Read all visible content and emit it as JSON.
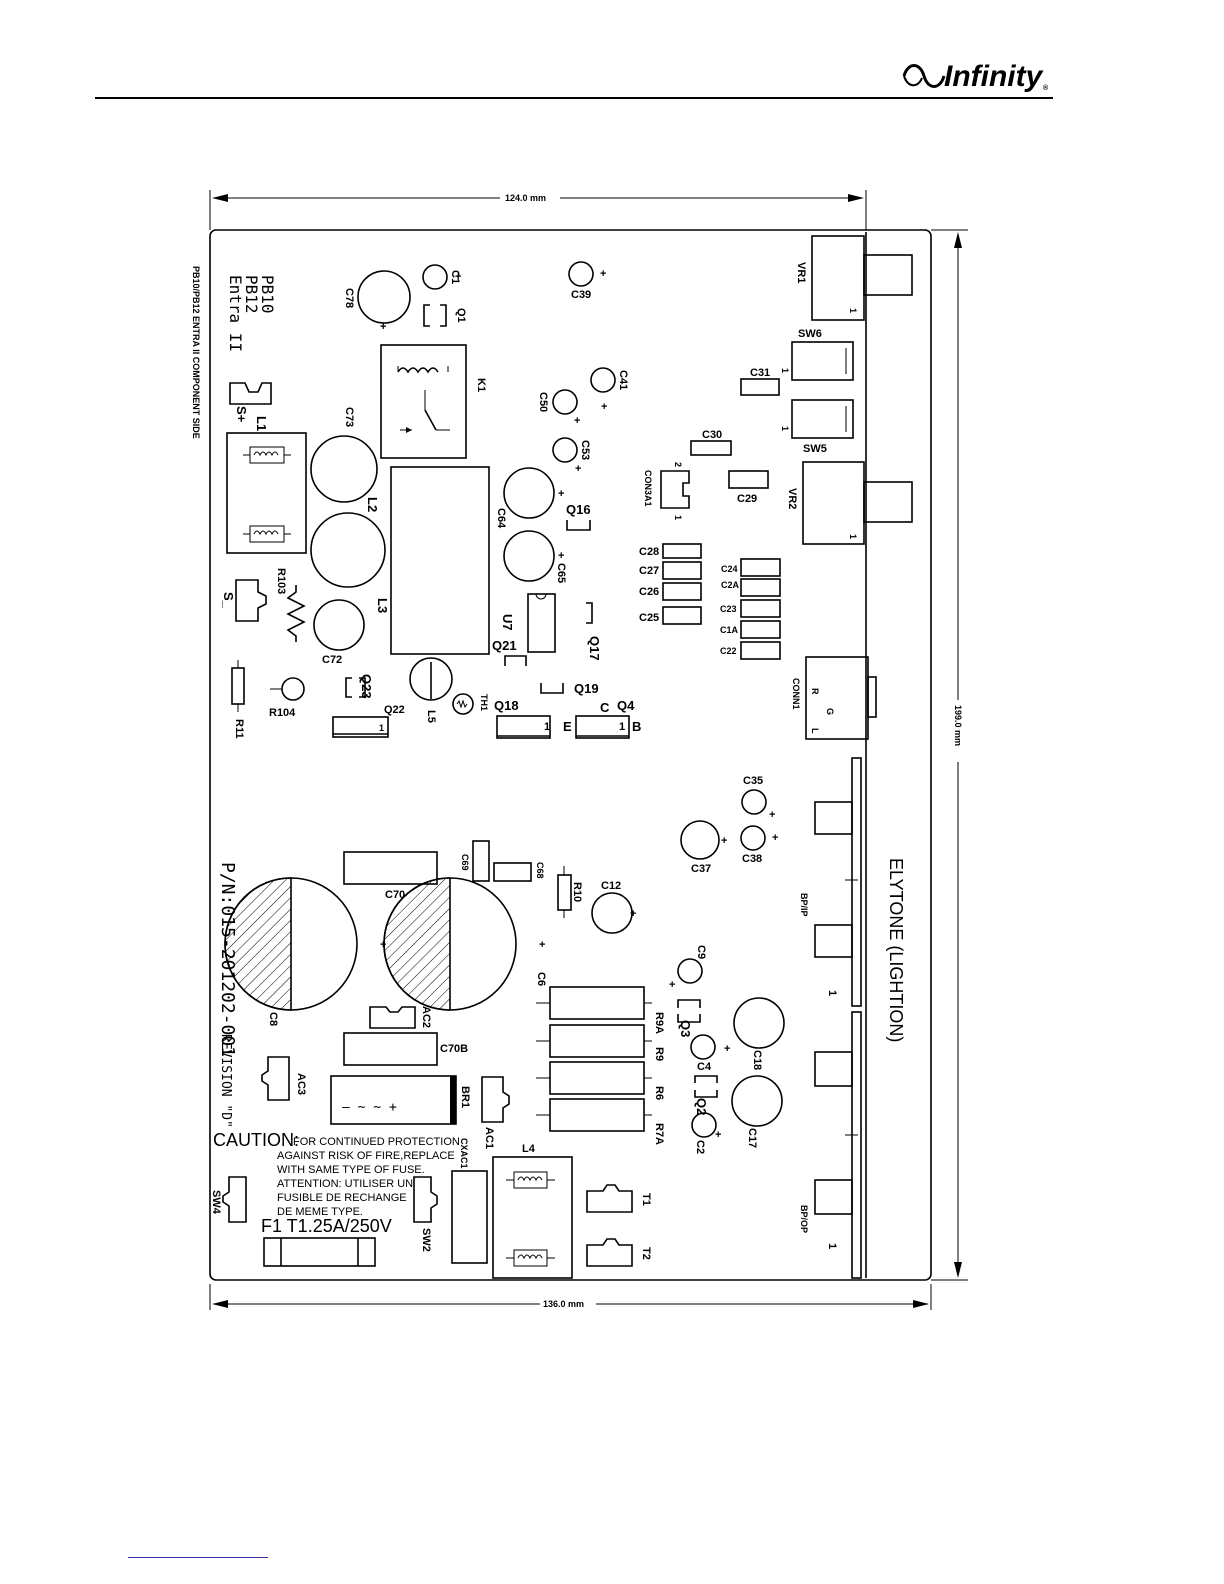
{
  "header": {
    "brand": "Infinity",
    "trademark": "®"
  },
  "board": {
    "dim_top": "124.0 mm",
    "dim_bottom": "136.0 mm",
    "dim_right": "199.0 mm",
    "side_title": "PB10/PB12 ENTRA II COMPONENT SIDE",
    "models": [
      "PB10",
      "PB12",
      "Entra II"
    ],
    "part_number": "P/N:015-201202-001",
    "revision": "REVISION \"D\"",
    "elytone": "ELYTONE (LIGHTION)",
    "caution_title": "CAUTION:",
    "caution_lines": [
      "FOR CONTINUED PROTECTION",
      "AGAINST RISK OF FIRE,REPLACE",
      "WITH SAME TYPE OF FUSE.",
      "ATTENTION: UTILISER UN",
      "FUSIBLE DE RECHANGE",
      "DE MEME TYPE."
    ],
    "fuse_label": "F1 T1.25A/250V"
  },
  "components": {
    "C1": "C1",
    "C78": "C78",
    "Q1": "Q1",
    "C39": "C39",
    "K1": "K1",
    "C41": "C41",
    "C50": "C50",
    "C53": "C53",
    "C73": "C73",
    "L1": "L1",
    "S_plus": "S+",
    "L2": "L2",
    "R103": "R103",
    "S_minus": "S_",
    "C72": "C72",
    "L3": "L3",
    "C64": "C64",
    "Q16": "Q16",
    "C65": "C65",
    "U7": "U7",
    "Q17": "Q17",
    "Q21": "Q21",
    "Q19": "Q19",
    "R11": "R11",
    "R104": "R104",
    "Q23": "Q23",
    "Q22": "Q22",
    "L5": "L5",
    "TH1": "TH1",
    "Q18": "Q18",
    "E": "E",
    "C": "C",
    "Q4": "Q4",
    "B": "B",
    "VR1": "VR1",
    "SW6": "SW6",
    "C31": "C31",
    "SW5": "SW5",
    "C30": "C30",
    "CON3A1": "CON3A1",
    "C29": "C29",
    "VR2": "VR2",
    "C28": "C28",
    "C27": "C27",
    "C26": "C26",
    "C25": "C25",
    "C24": "C24",
    "C2A": "C2A",
    "C23": "C23",
    "C1A": "C1A",
    "C22": "C22",
    "CONN1": "CONN1",
    "R": "R",
    "G": "G",
    "L": "L",
    "C35": "C35",
    "C37": "C37",
    "C38": "C38",
    "BP_IP": "BP/IP",
    "C12": "C12",
    "R10": "R10",
    "C69": "C69",
    "C68": "C68",
    "C70": "C70",
    "C8": "C8",
    "C6": "C6",
    "C9": "C9",
    "Q3": "Q3",
    "R9A": "R9A",
    "R9": "R9",
    "R6": "R6",
    "R7A": "R7A",
    "C4": "C4",
    "C18": "C18",
    "Q2": "Q2",
    "C2": "C2",
    "C17": "C17",
    "AC2": "AC2",
    "C70B": "C70B",
    "AC3": "AC3",
    "BR1": "BR1",
    "AC1": "AC1",
    "CXAC1": "CXAC1",
    "L4": "L4",
    "T1": "T1",
    "T2": "T2",
    "SW4": "SW4",
    "SW2": "SW2",
    "BP_OP": "BP/OP",
    "one": "1",
    "two": "2",
    "plus": "+",
    "br_symbols": "—   ~   ~   +"
  }
}
